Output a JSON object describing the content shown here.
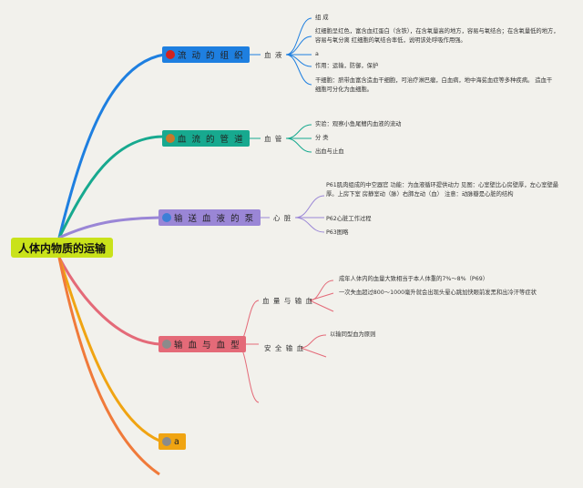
{
  "root": {
    "title": "人体内物质的运输"
  },
  "branches": {
    "b1": {
      "label": "流 动 的 组 织",
      "color": "#e33a2f",
      "dot": "#d2231f"
    },
    "b2": {
      "label": "血 流 的 管 道",
      "color": "#17a98f",
      "dot": "#c8782a"
    },
    "b3": {
      "label": "输 送 血 液 的 泵",
      "color": "#9a86d6",
      "dot": "#3d7fd6"
    },
    "b4": {
      "label": "输 血 与 血 型",
      "color": "#e46a78",
      "dot": "#8b8b8b"
    },
    "b5": {
      "label": "a",
      "color": "#f0a412",
      "dot": "#8b8b8b"
    }
  },
  "subs": {
    "blood": "血 液",
    "vessel": "血 管",
    "heart": "心 脏",
    "volume": "血 量 与 输 血",
    "safe": "安 全 输 血"
  },
  "leaves": {
    "l1": "组 成",
    "l2": "红细胞呈红色，富含血红蛋白（含铁），在含氧量高的地方，容易与氧结合；在含氧量低的地方，容易与氧分离 红细胞的氧结合率低，说明该处呼吸作用强。",
    "l3": "a",
    "l4": "作用：运输，防御，保护",
    "l5": "干细胞：脐带血富含造血干细胞，可治疗淋巴瘤，白血病，地中海贫血症等多种疾病。 造血干细胞可分化为血细胞。",
    "l6": "实验：观察小鱼尾鳍内血液的流动",
    "l7": "分 类",
    "l8": "出血与止血",
    "l9": "P61肌肉组成的中空器官 功能：为血液循环提供动力 见图：心室壁比心房壁厚，左心室壁最厚。上房下室 房静室动（脉）右肺左动（血） 注意：动脉瓣是心脏的结构",
    "l10": "P62心脏工作过程",
    "l11": "P63图略",
    "l12": "成年人体内的血量大致相当于本人体重的7%～8%（P69）",
    "l13": "一次失血超过800～1000毫升就会出现头晕心跳加快眼前发黑和出冷汗等症状",
    "l14": "以输同型血为原则"
  }
}
